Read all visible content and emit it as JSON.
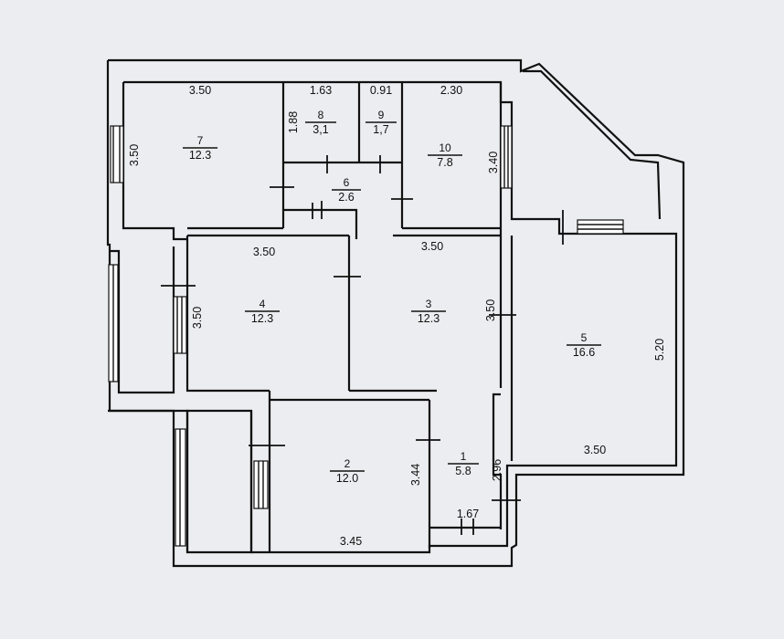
{
  "rooms": [
    {
      "number": "1",
      "area": "5.8"
    },
    {
      "number": "2",
      "area": "12.0"
    },
    {
      "number": "3",
      "area": "12.3"
    },
    {
      "number": "4",
      "area": "12.3"
    },
    {
      "number": "5",
      "area": "16.6"
    },
    {
      "number": "6",
      "area": "2.6"
    },
    {
      "number": "7",
      "area": "12.3"
    },
    {
      "number": "8",
      "area": "3,1"
    },
    {
      "number": "9",
      "area": "1,7"
    },
    {
      "number": "10",
      "area": "7.8"
    }
  ],
  "dimensions": [
    "3.50",
    "1.63",
    "0.91",
    "2.30",
    "3.50",
    "1.88",
    "3.40",
    "3.50",
    "3.50",
    "3.50",
    "3.50",
    "5.20",
    "3.50",
    "3.44",
    "2.96",
    "1.67",
    "3.45"
  ]
}
